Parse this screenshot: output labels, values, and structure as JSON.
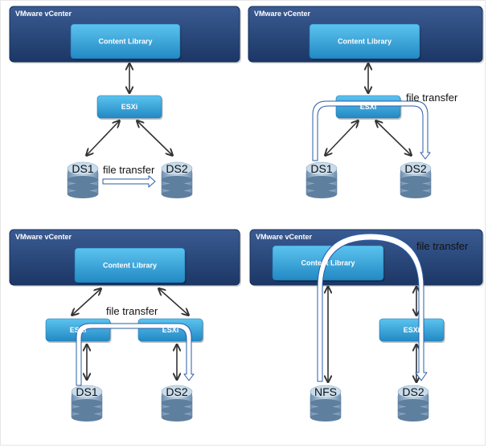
{
  "colors": {
    "vcenter": "#2a4a7e",
    "box": "#3fa6dc",
    "arrow": "#333333",
    "transfer_arrow": "#2a5caa"
  },
  "panels": [
    {
      "vcenter": "VMware vCenter",
      "library": "Content Library",
      "esxi": [
        "ESXi"
      ],
      "datastores": [
        "DS1",
        "DS2"
      ],
      "transfer": "file transfer"
    },
    {
      "vcenter": "VMware vCenter",
      "library": "Content Library",
      "esxi": [
        "ESXi"
      ],
      "datastores": [
        "DS1",
        "DS2"
      ],
      "transfer": "file transfer"
    },
    {
      "vcenter": "VMware vCenter",
      "library": "Content Library",
      "esxi": [
        "ESXi",
        "ESXi"
      ],
      "datastores": [
        "DS1",
        "DS2"
      ],
      "transfer": "file transfer"
    },
    {
      "vcenter": "VMware vCenter",
      "library": "Content Library",
      "esxi": [
        "ESXi"
      ],
      "datastores": [
        "NFS",
        "DS2"
      ],
      "transfer": "file transfer"
    }
  ]
}
